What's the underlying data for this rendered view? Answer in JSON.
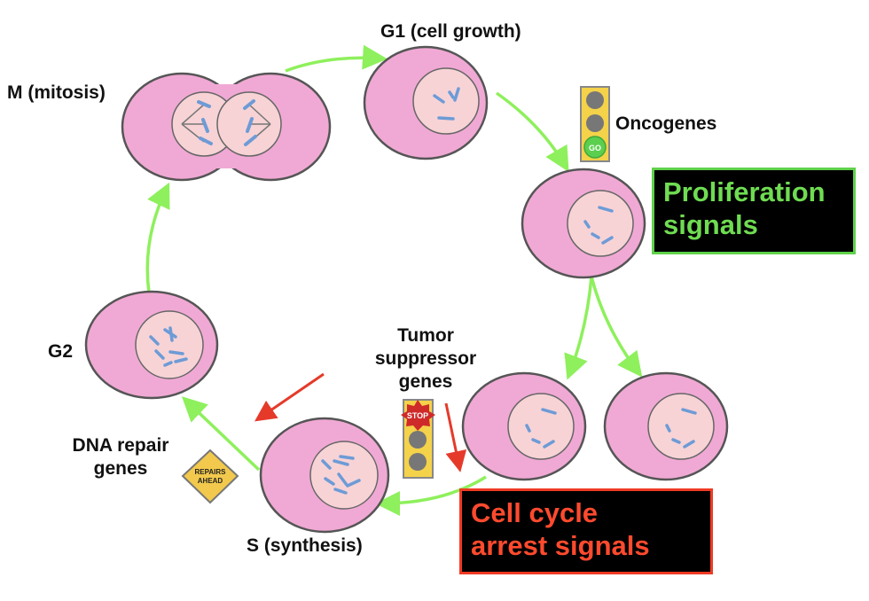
{
  "labels": {
    "g1": "G1 (cell growth)",
    "m": "M (mitosis)",
    "g2": "G2",
    "s": "S (synthesis)",
    "oncogenes": "Oncogenes",
    "tumor_suppressor": [
      "Tumor",
      "suppressor",
      "genes"
    ],
    "dna_repair": [
      "DNA repair",
      "genes"
    ]
  },
  "boxes": {
    "proliferation": [
      "Proliferation",
      "signals"
    ],
    "arrest": [
      "Cell cycle",
      "arrest signals"
    ]
  },
  "signs": {
    "go": "GO",
    "stop": "STOP",
    "repairs": [
      "REPAIRS",
      "AHEAD"
    ]
  },
  "colors": {
    "cell": "#f0a9d4",
    "cell_outline": "#555555",
    "nucleus": "#f7d3d6",
    "chromosome": "#6d9bd6",
    "cycle_arrow": "#8ef05c",
    "red_arrow": "#e53a2a",
    "prolif_text": "#6fdc52",
    "arrest_text": "#ff4a2e",
    "light_housing": "#f4d24a"
  }
}
